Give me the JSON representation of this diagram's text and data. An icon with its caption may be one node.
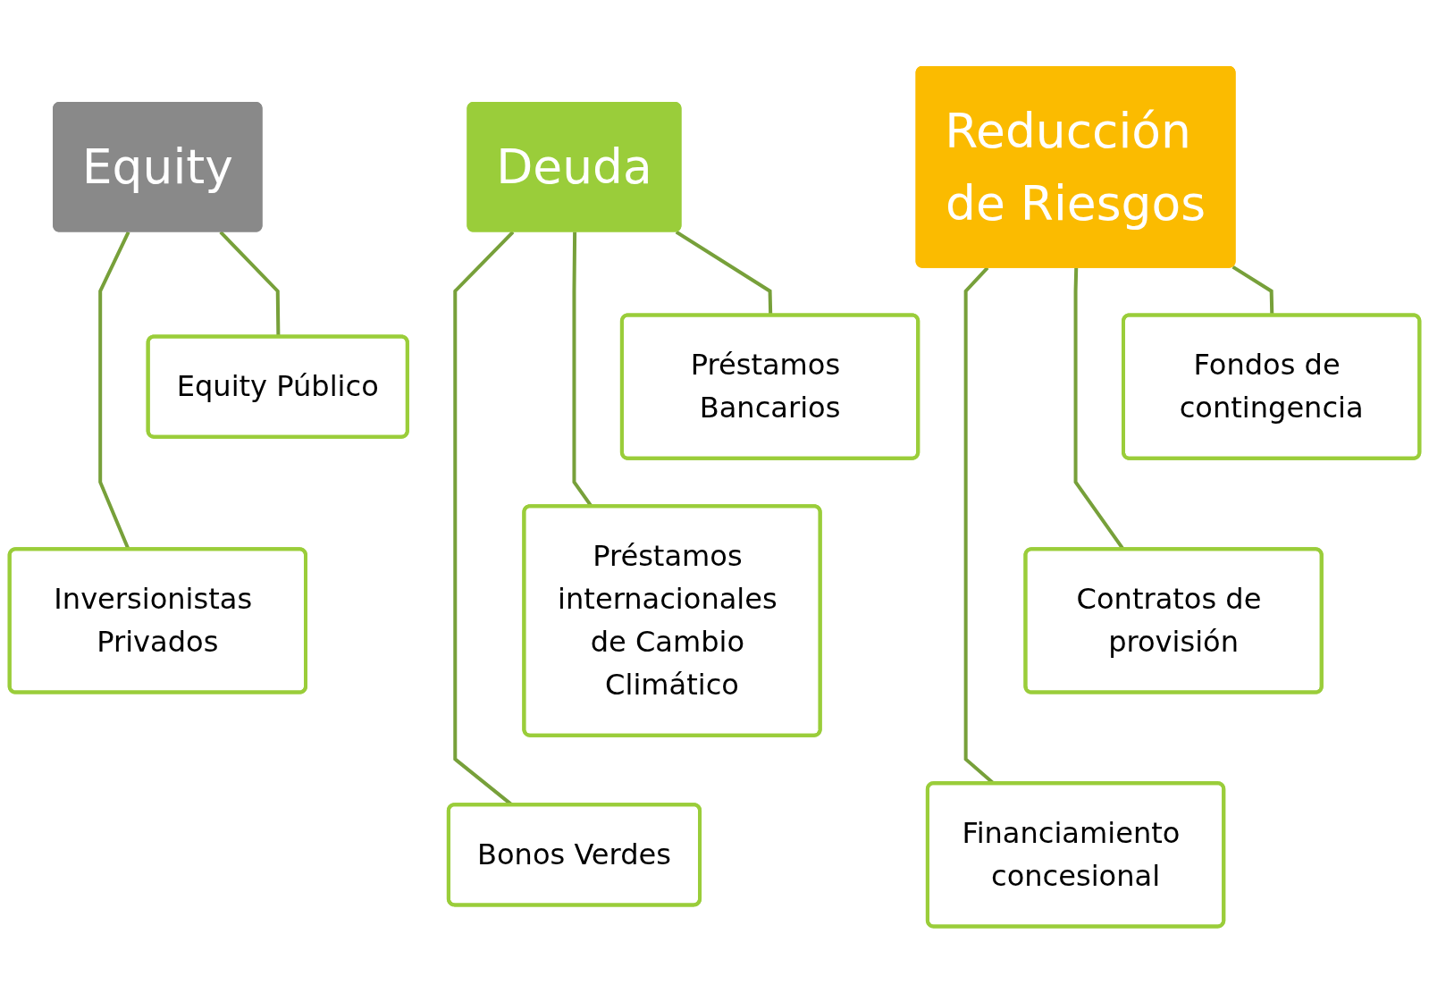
{
  "diagram": {
    "nodes": [
      {
        "text": [
          "Equity"
        ]
      },
      {
        "text": [
          "Equity Público"
        ]
      },
      {
        "text": [
          "Inversionistas Privados"
        ]
      },
      {
        "text": [
          "Deuda"
        ]
      },
      {
        "text": [
          "Préstamos Bancarios"
        ]
      },
      {
        "text": [
          "Préstamos internacionales de Cambio Climático"
        ]
      },
      {
        "text": [
          "Bonos Verdes"
        ]
      },
      {
        "text": [
          "Reducción de Riesgos"
        ]
      },
      {
        "text": [
          "Fondos de contingencia"
        ]
      },
      {
        "text": [
          "Contratos de provisión"
        ]
      },
      {
        "text": [
          "Financiamiento concesional"
        ]
      }
    ],
    "edges": [
      {
        "from": 0,
        "to": 1,
        "arrow": "none"
      },
      {
        "from": 0,
        "to": 2,
        "arrow": "none"
      },
      {
        "from": 3,
        "to": 4,
        "arrow": "none"
      },
      {
        "from": 3,
        "to": 5,
        "arrow": "none"
      },
      {
        "from": 3,
        "to": 6,
        "arrow": "none"
      },
      {
        "from": 7,
        "to": 8,
        "arrow": "none"
      },
      {
        "from": 7,
        "to": 9,
        "arrow": "none"
      },
      {
        "from": 7,
        "to": 10,
        "arrow": "none"
      }
    ]
  }
}
